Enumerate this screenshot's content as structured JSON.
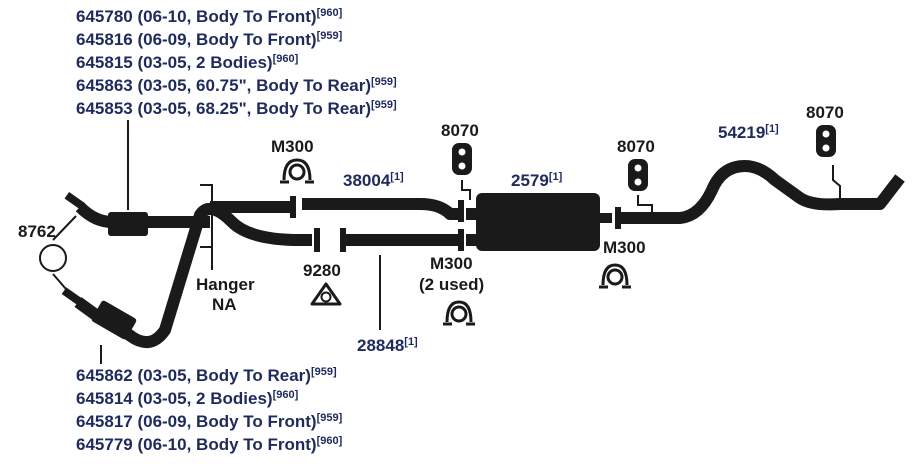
{
  "top_parts": [
    {
      "text": "645780 (06-10, Body To Front)",
      "ref": "[960]"
    },
    {
      "text": "645816 (06-09, Body To Front)",
      "ref": "[959]"
    },
    {
      "text": "645815 (03-05, 2 Bodies)",
      "ref": "[960]"
    },
    {
      "text": "645863 (03-05, 60.75\", Body To Rear)",
      "ref": "[959]"
    },
    {
      "text": "645853 (03-05, 68.25\", Body To Rear)",
      "ref": "[959]"
    }
  ],
  "bottom_parts": [
    {
      "text": "645862 (03-05, Body To Rear)",
      "ref": "[959]"
    },
    {
      "text": "645814 (03-05, 2 Bodies)",
      "ref": "[960]"
    },
    {
      "text": "645817 (06-09, Body To Front)",
      "ref": "[959]"
    },
    {
      "text": "645779 (06-10, Body To Front)",
      "ref": "[960]"
    }
  ],
  "labels": {
    "gasket_8762": "8762",
    "hanger_line1": "Hanger",
    "hanger_line2": "NA",
    "clamp_top": "M300",
    "pipe_38004": "38004",
    "pipe_38004_ref": "[1]",
    "hanger_8070_a": "8070",
    "muffler_2579": "2579",
    "muffler_2579_ref": "[1]",
    "hanger_8070_b": "8070",
    "tailpipe_54219": "54219",
    "tailpipe_54219_ref": "[1]",
    "hanger_8070_c": "8070",
    "flange_9280": "9280",
    "clamp_mid_line1": "M300",
    "clamp_mid_line2": "(2 used)",
    "clamp_right": "M300",
    "pipe_28848": "28848",
    "pipe_28848_ref": "[1]"
  }
}
